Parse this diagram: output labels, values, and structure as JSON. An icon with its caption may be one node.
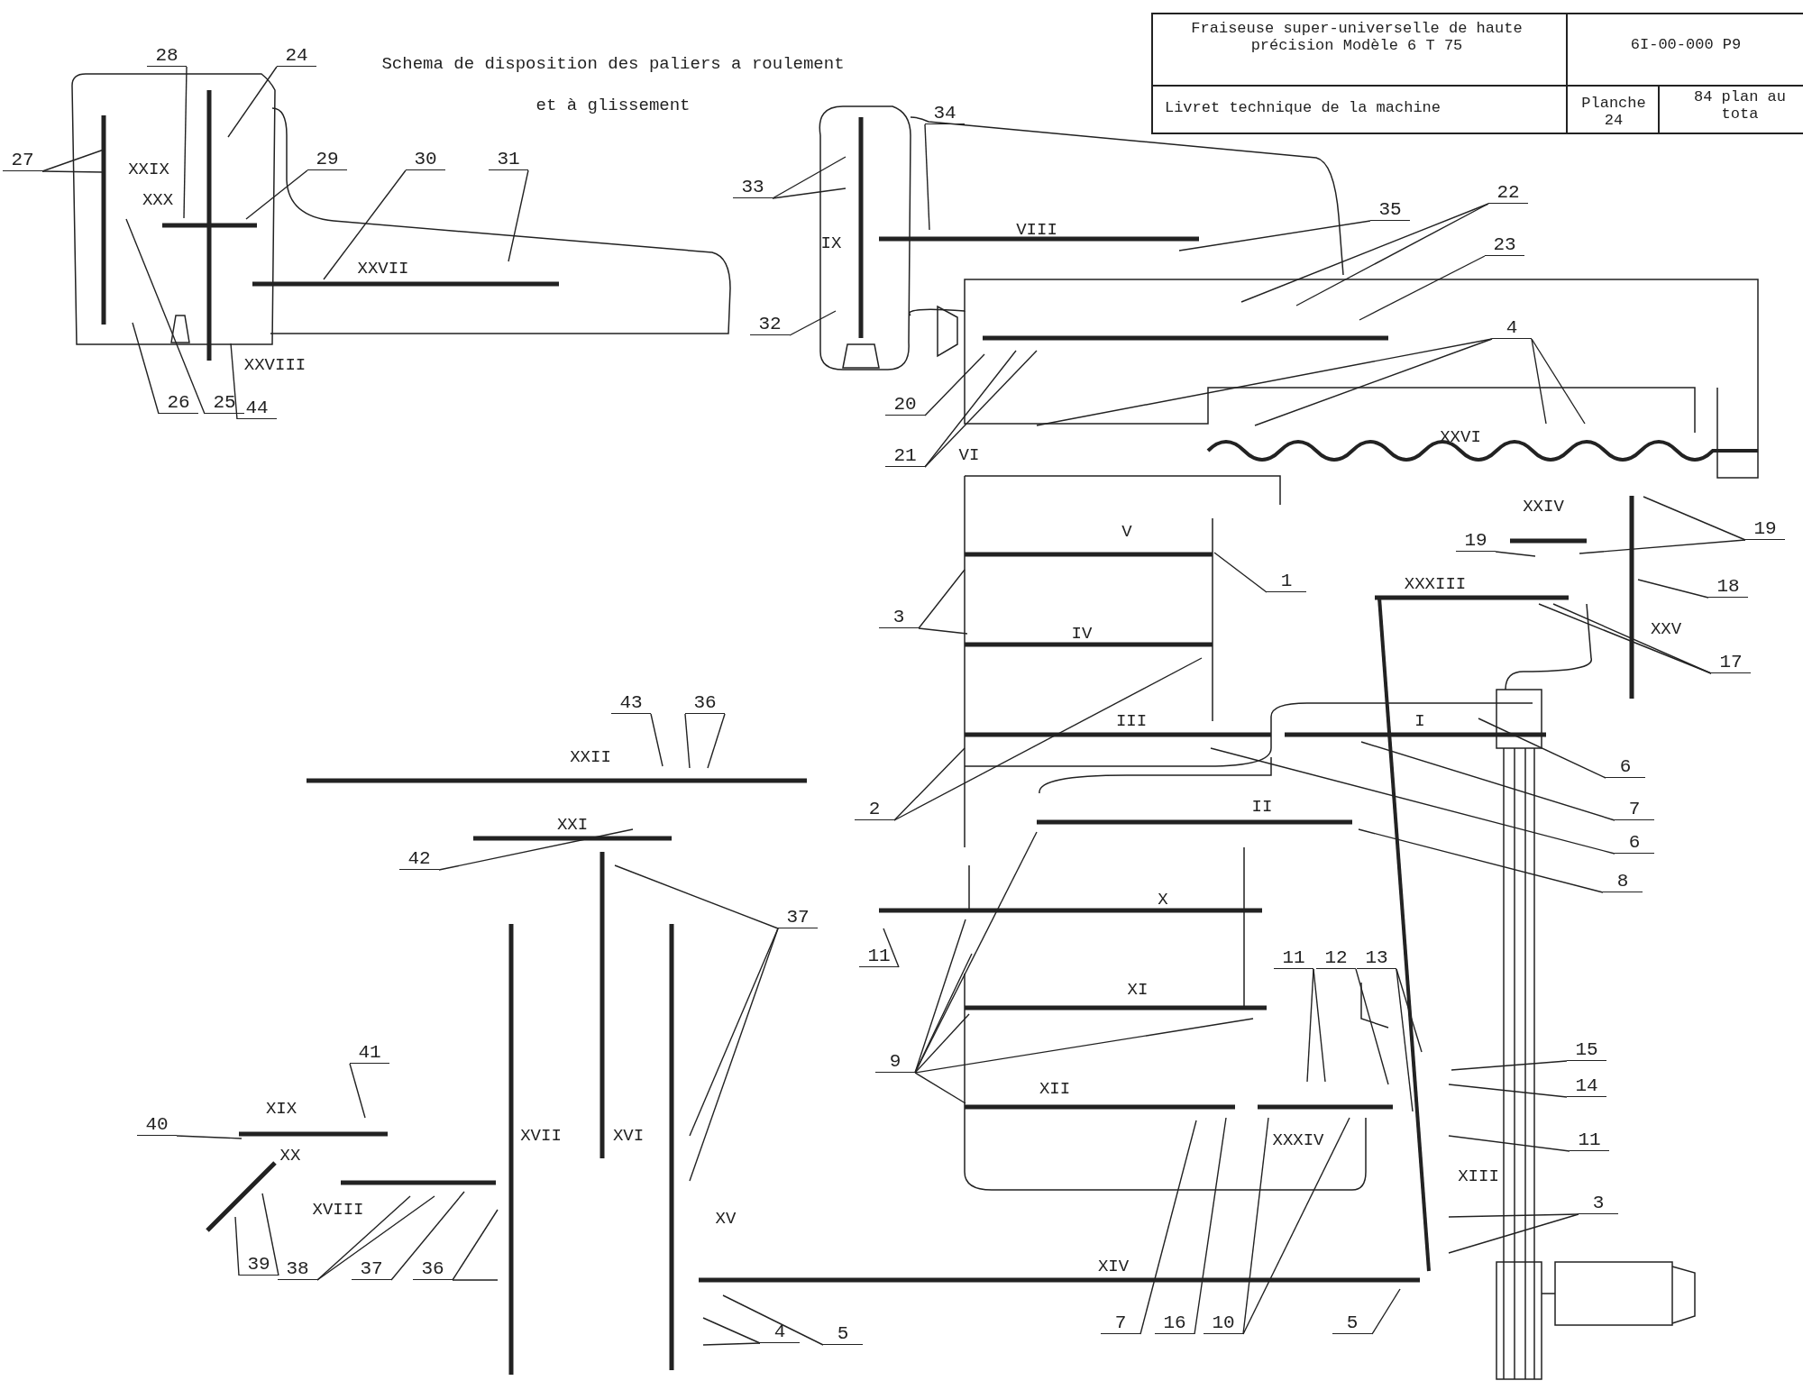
{
  "diagram": {
    "title": "Schema de disposition des paliers a roulement et à glissement",
    "nodes": [
      {
        "text": [
          "27"
        ]
      },
      {
        "text": [
          "28"
        ]
      },
      {
        "text": [
          "24"
        ]
      },
      {
        "text": [
          "29"
        ]
      },
      {
        "text": [
          "30"
        ]
      },
      {
        "text": [
          "31"
        ]
      },
      {
        "text": [
          "26"
        ]
      },
      {
        "text": [
          "25"
        ]
      },
      {
        "text": [
          "44"
        ]
      },
      {
        "text": [
          "33"
        ]
      },
      {
        "text": [
          "34"
        ]
      },
      {
        "text": [
          "35"
        ]
      },
      {
        "text": [
          "22"
        ]
      },
      {
        "text": [
          "23"
        ]
      },
      {
        "text": [
          "32"
        ]
      },
      {
        "text": [
          "20"
        ]
      },
      {
        "text": [
          "21"
        ]
      },
      {
        "text": [
          "4"
        ]
      },
      {
        "text": [
          "19"
        ]
      },
      {
        "text": [
          "19"
        ]
      },
      {
        "text": [
          "1"
        ]
      },
      {
        "text": [
          "3"
        ]
      },
      {
        "text": [
          "18"
        ]
      },
      {
        "text": [
          "17"
        ]
      },
      {
        "text": [
          "6"
        ]
      },
      {
        "text": [
          "7"
        ]
      },
      {
        "text": [
          "6"
        ]
      },
      {
        "text": [
          "8"
        ]
      },
      {
        "text": [
          "2"
        ]
      },
      {
        "text": [
          "11"
        ]
      },
      {
        "text": [
          "9"
        ]
      },
      {
        "text": [
          "11"
        ]
      },
      {
        "text": [
          "12"
        ]
      },
      {
        "text": [
          "13"
        ]
      },
      {
        "text": [
          "15"
        ]
      },
      {
        "text": [
          "14"
        ]
      },
      {
        "text": [
          "11"
        ]
      },
      {
        "text": [
          "3"
        ]
      },
      {
        "text": [
          "5"
        ]
      },
      {
        "text": [
          "10"
        ]
      },
      {
        "text": [
          "16"
        ]
      },
      {
        "text": [
          "7"
        ]
      },
      {
        "text": [
          "5"
        ]
      },
      {
        "text": [
          "4"
        ]
      },
      {
        "text": [
          "36"
        ]
      },
      {
        "text": [
          "37"
        ]
      },
      {
        "text": [
          "38"
        ]
      },
      {
        "text": [
          "39"
        ]
      },
      {
        "text": [
          "40"
        ]
      },
      {
        "text": [
          "41"
        ]
      },
      {
        "text": [
          "42"
        ]
      },
      {
        "text": [
          "43"
        ]
      },
      {
        "text": [
          "36"
        ]
      },
      {
        "text": [
          "37"
        ]
      }
    ],
    "edges": [
      {
        "from": 0,
        "to": null,
        "arrow": "none"
      },
      {
        "from": 0,
        "to": null,
        "arrow": "none"
      },
      {
        "from": 1,
        "to": null,
        "arrow": "none"
      },
      {
        "from": 2,
        "to": null,
        "arrow": "none"
      },
      {
        "from": 3,
        "to": null,
        "arrow": "none"
      },
      {
        "from": 4,
        "to": null,
        "arrow": "none"
      },
      {
        "from": 5,
        "to": null,
        "arrow": "none"
      },
      {
        "from": 6,
        "to": null,
        "arrow": "none"
      },
      {
        "from": 7,
        "to": null,
        "arrow": "none"
      },
      {
        "from": 8,
        "to": null,
        "arrow": "none"
      },
      {
        "from": 9,
        "to": null,
        "arrow": "none"
      },
      {
        "from": 9,
        "to": null,
        "arrow": "none"
      },
      {
        "from": 10,
        "to": null,
        "arrow": "none"
      },
      {
        "from": 11,
        "to": null,
        "arrow": "none"
      },
      {
        "from": 12,
        "to": null,
        "arrow": "none"
      },
      {
        "from": 12,
        "to": null,
        "arrow": "none"
      },
      {
        "from": 13,
        "to": null,
        "arrow": "none"
      },
      {
        "from": 14,
        "to": null,
        "arrow": "none"
      },
      {
        "from": 15,
        "to": null,
        "arrow": "none"
      },
      {
        "from": 16,
        "to": null,
        "arrow": "none"
      },
      {
        "from": 16,
        "to": null,
        "arrow": "none"
      },
      {
        "from": 17,
        "to": null,
        "arrow": "none"
      },
      {
        "from": 17,
        "to": null,
        "arrow": "none"
      },
      {
        "from": 17,
        "to": null,
        "arrow": "none"
      },
      {
        "from": 17,
        "to": null,
        "arrow": "none"
      },
      {
        "from": 18,
        "to": null,
        "arrow": "none"
      },
      {
        "from": 18,
        "to": null,
        "arrow": "none"
      },
      {
        "from": 19,
        "to": null,
        "arrow": "none"
      },
      {
        "from": 20,
        "to": null,
        "arrow": "none"
      },
      {
        "from": 21,
        "to": null,
        "arrow": "none"
      },
      {
        "from": 21,
        "to": null,
        "arrow": "none"
      },
      {
        "from": 22,
        "to": null,
        "arrow": "none"
      },
      {
        "from": 23,
        "to": null,
        "arrow": "none"
      },
      {
        "from": 23,
        "to": null,
        "arrow": "none"
      },
      {
        "from": 24,
        "to": null,
        "arrow": "none"
      },
      {
        "from": 25,
        "to": null,
        "arrow": "none"
      },
      {
        "from": 26,
        "to": null,
        "arrow": "none"
      },
      {
        "from": 27,
        "to": null,
        "arrow": "none"
      },
      {
        "from": 28,
        "to": null,
        "arrow": "none"
      },
      {
        "from": 28,
        "to": null,
        "arrow": "none"
      },
      {
        "from": 29,
        "to": null,
        "arrow": "none"
      },
      {
        "from": 30,
        "to": null,
        "arrow": "none"
      },
      {
        "from": 30,
        "to": null,
        "arrow": "none"
      },
      {
        "from": 30,
        "to": null,
        "arrow": "none"
      },
      {
        "from": 30,
        "to": null,
        "arrow": "none"
      },
      {
        "from": 30,
        "to": null,
        "arrow": "none"
      },
      {
        "from": 30,
        "to": null,
        "arrow": "none"
      },
      {
        "from": 31,
        "to": null,
        "arrow": "none"
      },
      {
        "from": 31,
        "to": null,
        "arrow": "none"
      },
      {
        "from": 32,
        "to": null,
        "arrow": "none"
      },
      {
        "from": 33,
        "to": null,
        "arrow": "none"
      },
      {
        "from": 33,
        "to": null,
        "arrow": "none"
      },
      {
        "from": 34,
        "to": null,
        "arrow": "none"
      },
      {
        "from": 35,
        "to": null,
        "arrow": "none"
      },
      {
        "from": 36,
        "to": null,
        "arrow": "none"
      },
      {
        "from": 37,
        "to": null,
        "arrow": "none"
      },
      {
        "from": 37,
        "to": null,
        "arrow": "none"
      },
      {
        "from": 38,
        "to": null,
        "arrow": "none"
      },
      {
        "from": 39,
        "to": null,
        "arrow": "none"
      },
      {
        "from": 39,
        "to": null,
        "arrow": "none"
      },
      {
        "from": 40,
        "to": null,
        "arrow": "none"
      },
      {
        "from": 41,
        "to": null,
        "arrow": "none"
      },
      {
        "from": 42,
        "to": null,
        "arrow": "none"
      },
      {
        "from": 43,
        "to": null,
        "arrow": "none"
      },
      {
        "from": 43,
        "to": null,
        "arrow": "none"
      },
      {
        "from": 44,
        "to": null,
        "arrow": "none"
      },
      {
        "from": 44,
        "to": null,
        "arrow": "none"
      },
      {
        "from": 45,
        "to": null,
        "arrow": "none"
      },
      {
        "from": 46,
        "to": null,
        "arrow": "none"
      },
      {
        "from": 46,
        "to": null,
        "arrow": "none"
      },
      {
        "from": 47,
        "to": null,
        "arrow": "none"
      },
      {
        "from": 47,
        "to": null,
        "arrow": "none"
      },
      {
        "from": 48,
        "to": null,
        "arrow": "none"
      },
      {
        "from": 49,
        "to": null,
        "arrow": "none"
      },
      {
        "from": 50,
        "to": null,
        "arrow": "none"
      },
      {
        "from": 51,
        "to": null,
        "arrow": "none"
      },
      {
        "from": 52,
        "to": null,
        "arrow": "none"
      },
      {
        "from": 52,
        "to": null,
        "arrow": "none"
      },
      {
        "from": 53,
        "to": null,
        "arrow": "none"
      },
      {
        "from": 53,
        "to": null,
        "arrow": "none"
      },
      {
        "from": 53,
        "to": null,
        "arrow": "none"
      }
    ],
    "labels": [
      "Fraiseuse super-universelle de haute précision Modèle 6 T 75",
      "6I-00-000 P9",
      "Livret technique de la machine",
      "Planche 24",
      "84 plan au tota",
      "XXIX",
      "XXX",
      "XXVII",
      "XXVIII",
      "IX",
      "VIII",
      "VI",
      "XXVI",
      "V",
      "XXIV",
      "XXXIII",
      "XXV",
      "IV",
      "III",
      "I",
      "II",
      "X",
      "XI",
      "XII",
      "XXXIV",
      "XIII",
      "XIV",
      "XXII",
      "XXI",
      "XVII",
      "XVI",
      "XV",
      "XIX",
      "XX",
      "XVIII"
    ]
  }
}
